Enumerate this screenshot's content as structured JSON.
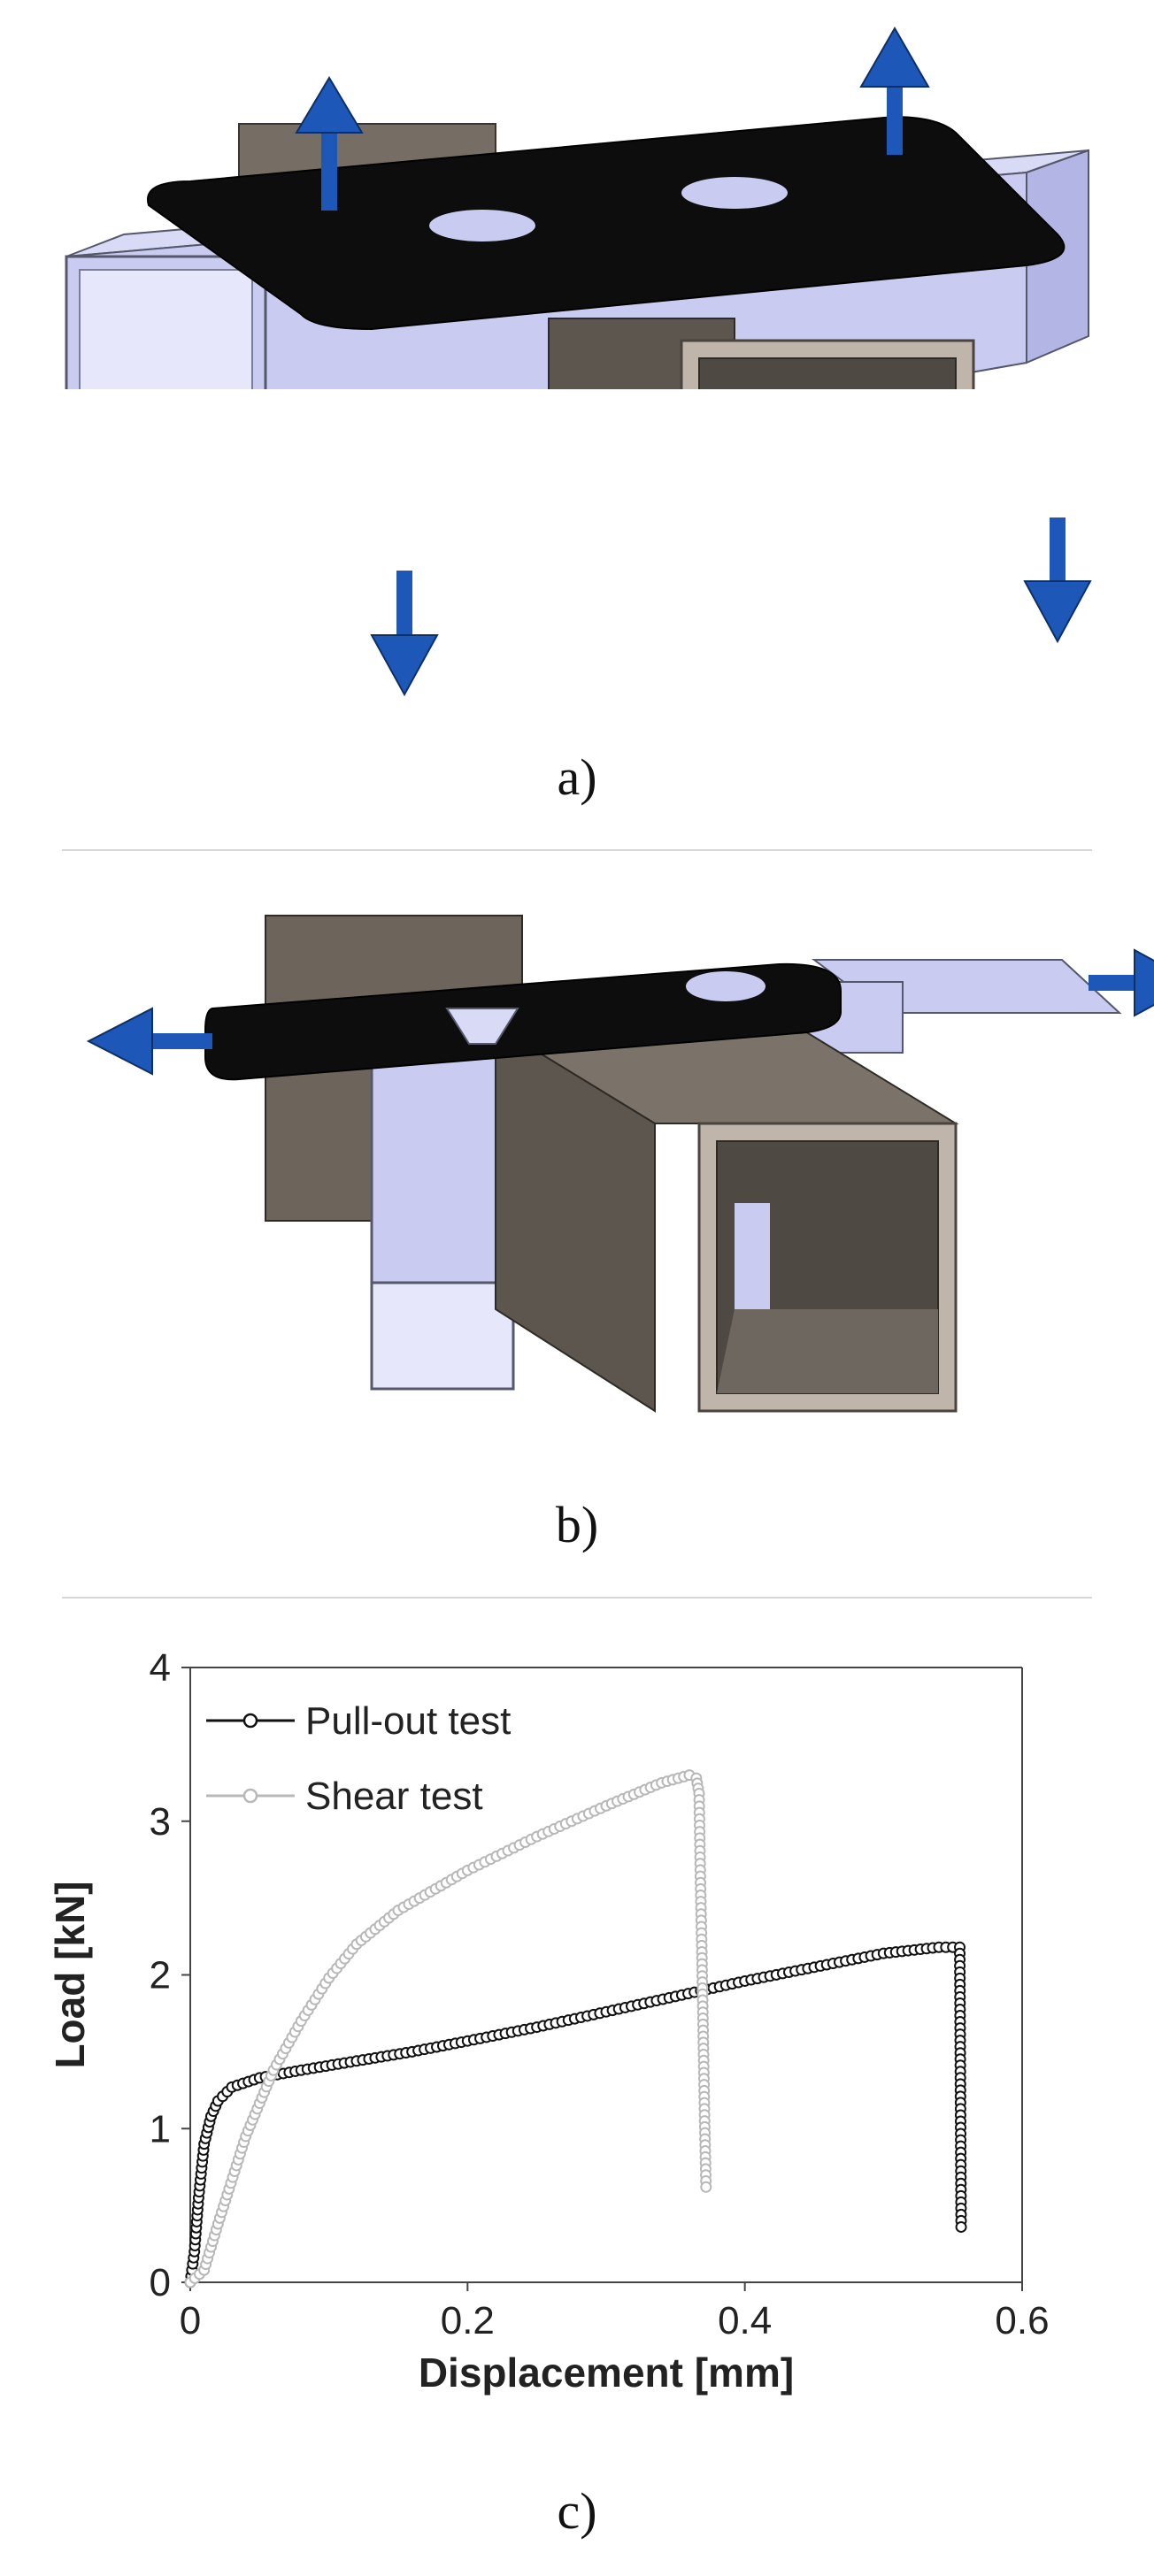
{
  "captions": {
    "a": "a)",
    "b": "b)",
    "c": "c)"
  },
  "colors": {
    "tube_light": "#c9cbf1",
    "tube_light_dark": "#a4a7d8",
    "tube_dark": "#6d655c",
    "tube_dark_face": "#585048",
    "plate": "#0d0d0d",
    "arrow": "#1d58b8",
    "pullout_series": "#111111",
    "shear_series": "#b8b8b8"
  },
  "chart_data": {
    "type": "line",
    "title": "",
    "xlabel": "Displacement [mm]",
    "ylabel": "Load [kN]",
    "xlim": [
      0,
      0.6
    ],
    "ylim": [
      0,
      4
    ],
    "xticks": [
      "0",
      "0.2",
      "0.4",
      "0.6"
    ],
    "yticks": [
      "0",
      "1",
      "2",
      "3",
      "4"
    ],
    "grid": false,
    "legend_position": "top-left",
    "series": [
      {
        "name": "Pull-out test",
        "color": "#111111",
        "x": [
          0,
          0.003,
          0.006,
          0.01,
          0.015,
          0.02,
          0.03,
          0.05,
          0.08,
          0.12,
          0.16,
          0.2,
          0.25,
          0.3,
          0.35,
          0.4,
          0.45,
          0.5,
          0.54,
          0.555,
          0.556
        ],
        "y": [
          0,
          0.2,
          0.55,
          0.9,
          1.08,
          1.18,
          1.27,
          1.33,
          1.38,
          1.44,
          1.5,
          1.57,
          1.66,
          1.76,
          1.86,
          1.96,
          2.05,
          2.14,
          2.18,
          2.18,
          0.36
        ]
      },
      {
        "name": "Shear test",
        "color": "#b8b8b8",
        "x": [
          0,
          0.01,
          0.02,
          0.04,
          0.06,
          0.08,
          0.1,
          0.12,
          0.15,
          0.2,
          0.25,
          0.3,
          0.34,
          0.36,
          0.365,
          0.367,
          0.368,
          0.369,
          0.37,
          0.371,
          0.372
        ],
        "y": [
          0,
          0.08,
          0.38,
          0.95,
          1.38,
          1.7,
          1.98,
          2.2,
          2.42,
          2.68,
          2.9,
          3.1,
          3.25,
          3.3,
          3.28,
          3.18,
          2.6,
          2.15,
          1.6,
          1.05,
          0.62
        ]
      }
    ]
  }
}
